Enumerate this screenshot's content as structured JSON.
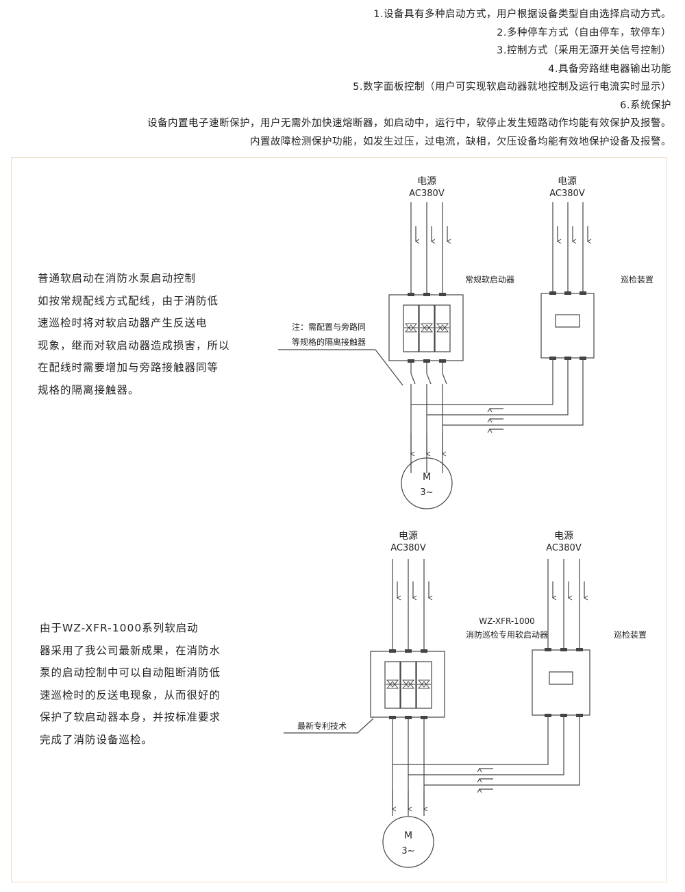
{
  "features": [
    "1.设备具有多种启动方式，用户根据设备类型自由选择启动方式。",
    "2.多种停车方式（自由停车，软停车）",
    "3.控制方式（采用无源开关信号控制）",
    "4.具备旁路继电器输出功能",
    "5.数字面板控制（用户可实现软启动器就地控制及运行电流实时显示）",
    "6.系统保护",
    "设备内置电子速断保护，用户无需外加快速熔断器，如启动中，运行中，软停止发生短路动作均能有效保护及报警。",
    "内置故障检测保护功能，如发生过压，过电流，缺相，欠压设备均能有效地保护设备及报警。"
  ],
  "diagram1": {
    "power_label": "电源",
    "voltage_label": "AC380V",
    "starter_label": "常规软启动器",
    "inspection_label": "巡检装置",
    "note_lines": [
      "注：需配置与旁路同",
      "等规格的隔离接触器"
    ],
    "motor_label": "M",
    "motor_phase": "3~",
    "description": [
      "普通软启动在消防水泵启动控制",
      "如按常规配线方式配线，由于消防低",
      "速巡检时将对软启动器产生反送电",
      "现象，继而对软启动器造成损害，所以",
      "在配线时需要增加与旁路接触器同等",
      "规格的隔离接触器。"
    ]
  },
  "diagram2": {
    "power_label": "电源",
    "voltage_label": "AC380V",
    "model_label": "WZ-XFR-1000",
    "starter_label": "消防巡检专用软启动器",
    "inspection_label": "巡检装置",
    "tech_label": "最新专利技术",
    "motor_label": "M",
    "motor_phase": "3~",
    "description": [
      "由于WZ-XFR-1000系列软启动",
      "器采用了我公司最新成果，在消防水",
      "泵的启动控制中可以自动阻断消防低",
      "速巡检时的反送电现象，从而很好的",
      "保护了软启动器本身，并按标准要求",
      "完成了消防设备巡检。"
    ]
  }
}
